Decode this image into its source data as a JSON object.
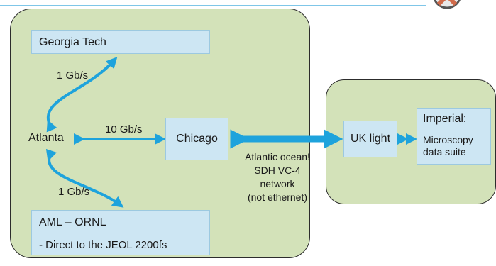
{
  "nodes": {
    "georgia_tech": "Georgia Tech",
    "atlanta": "Atlanta",
    "chicago": "Chicago",
    "aml_title": "AML – ORNL",
    "aml_detail": "- Direct to the JEOL 2200fs",
    "uk_light": "UK light",
    "imperial_title": "Imperial:",
    "imperial_detail_1": "Microscopy",
    "imperial_detail_2": "data suite"
  },
  "links": {
    "atlanta_georgia": "1 Gb/s",
    "atlanta_chicago": "10 Gb/s",
    "atlanta_aml": "1 Gb/s"
  },
  "ocean_link": {
    "line1": "Atlantic ocean!",
    "line2": "SDH VC-4",
    "line3": "network",
    "line4": "(not ethernet)"
  },
  "colors": {
    "panel": "#d3e2b9",
    "box": "#cde6f3",
    "arrow": "#1ea3dc",
    "topline": "#7fc6e8"
  }
}
